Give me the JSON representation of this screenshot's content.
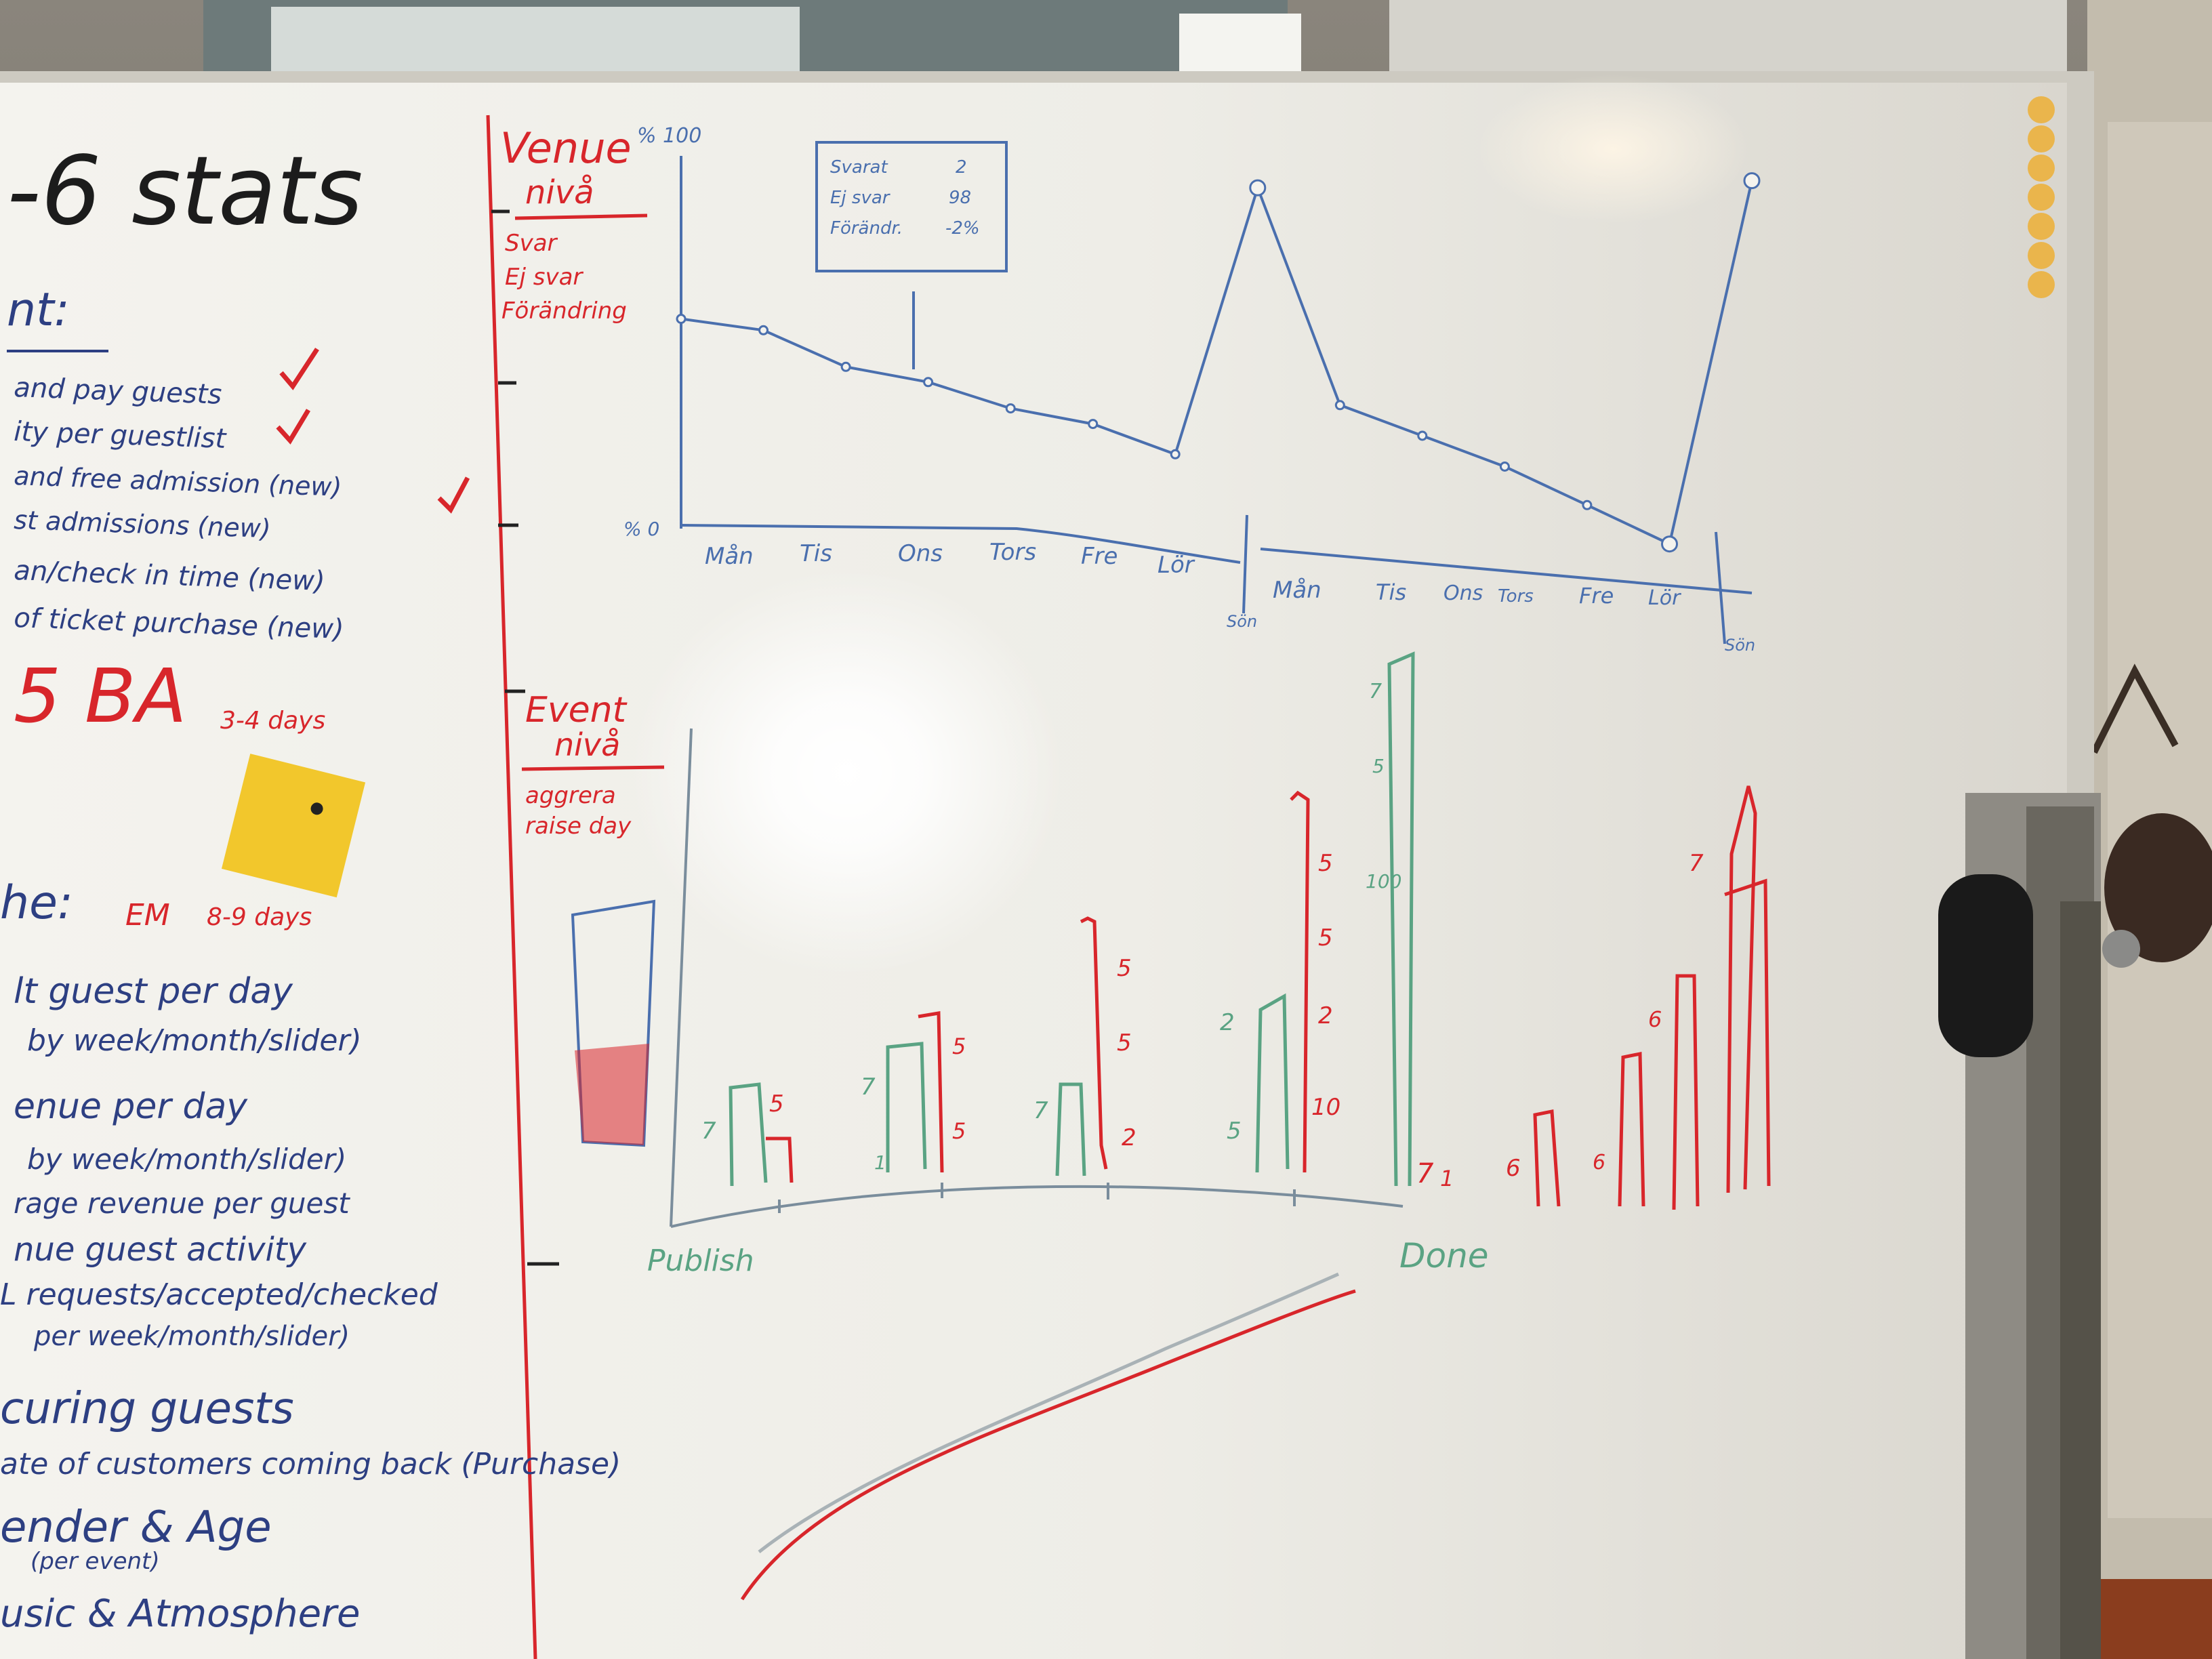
{
  "left_panel": {
    "title": "-6 stats",
    "section1_heading": "nt:",
    "items1": [
      "and pay guests",
      "ity per guestlist",
      "and free admission (new)",
      "st admissions (new)",
      "an/check in time (new)",
      "of ticket purchase (new)"
    ],
    "estimate1_label": "5 BA",
    "estimate1_days": "3-4 days",
    "section2_heading": "he:",
    "estimate2_label": "EM",
    "estimate2_days": "8-9 days",
    "items2": [
      "lt guest per day",
      "by week/month/slider)",
      "enue per day",
      "by week/month/slider)",
      "rage revenue per guest",
      "nue guest activity",
      "L requests/accepted/checked",
      "per week/month/slider)",
      "curing guests",
      "ate of customers coming back (Purchase)",
      "ender & Age",
      "(per event)",
      "usic & Atmosphere"
    ]
  },
  "venue_section": {
    "title": "Venue",
    "subtitle": "nivå",
    "legend": [
      "Svar",
      "Ej svar",
      "Förändring"
    ],
    "y_top": "% 100",
    "y_bottom": "% 0",
    "x_labels": [
      "Mån",
      "Tis",
      "Ons",
      "Tors",
      "Fre",
      "Lör",
      "Mån",
      "Tis",
      "Ons",
      "Tors",
      "Fre",
      "Lör"
    ],
    "week_markers": [
      "Sön",
      "Sön"
    ],
    "tooltip": [
      {
        "label": "Svarat",
        "value": "2"
      },
      {
        "label": "Ej svar",
        "value": "98"
      },
      {
        "label": "Förändr.",
        "value": "-2%"
      }
    ]
  },
  "event_section": {
    "title": "Event",
    "subtitle": "nivå",
    "legend": [
      "aggrera",
      "raise day"
    ],
    "x_start": "Publish",
    "x_end": "Done",
    "bar_labels": [
      "7",
      "5",
      "7",
      "5",
      "5",
      "7",
      "1",
      "2",
      "5",
      "5",
      "5",
      "2",
      "10",
      "5",
      "2",
      "5",
      "5",
      "7",
      "100",
      "7",
      "1",
      "6",
      "6",
      "6",
      "7"
    ]
  },
  "chart_data": [
    {
      "type": "line",
      "title": "Venue nivå",
      "ylim": [
        0,
        100
      ],
      "categories": [
        "Mån",
        "Tis",
        "Ons",
        "Tors",
        "Fre",
        "Lör",
        "Sön",
        "Mån",
        "Tis",
        "Ons",
        "Tors",
        "Fre",
        "Lör",
        "Sön"
      ],
      "series": [
        {
          "name": "Svar",
          "values": [
            58,
            55,
            45,
            41,
            34,
            30,
            22,
            95,
            36,
            28,
            20,
            10,
            0,
            97
          ]
        }
      ]
    }
  ],
  "colors": {
    "board": "#f2f1ec",
    "frame": "#c9c6bd",
    "red_marker": "#d8262b",
    "blue_marker": "#2d3f82",
    "light_blue_marker": "#4a6fae",
    "green_marker": "#5aa383",
    "sticky_note": "#f2c72c",
    "magnet": "#ecb84e"
  }
}
